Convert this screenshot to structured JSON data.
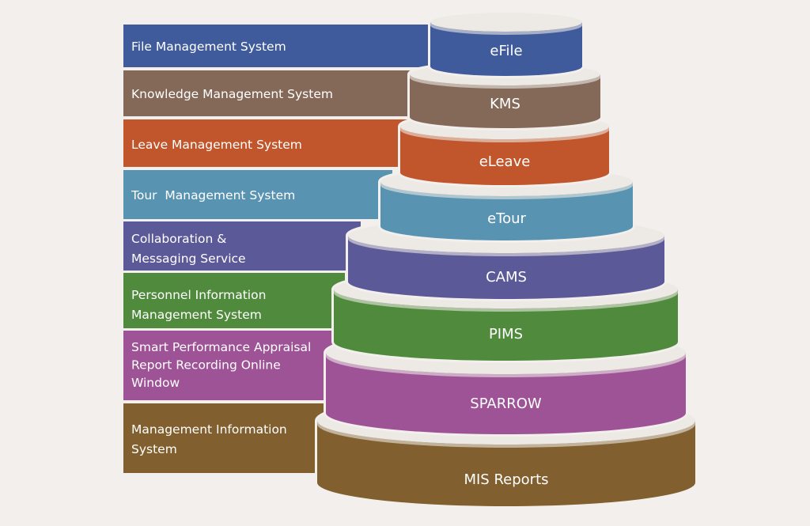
{
  "diagram": {
    "type": "stacked-cylinder-tower",
    "background_color": "#f2efec",
    "rim_color": "#ede9e5",
    "tiers": [
      {
        "id": "efile",
        "name": "eFile",
        "description": [
          "File Management System"
        ],
        "color": "#3f5b9b"
      },
      {
        "id": "kms",
        "name": "KMS",
        "description": [
          "Knowledge Management System"
        ],
        "color": "#846959"
      },
      {
        "id": "eleave",
        "name": "eLeave",
        "description": [
          "Leave Management System"
        ],
        "color": "#c1562c"
      },
      {
        "id": "etour",
        "name": "eTour",
        "description": [
          "Tour  Management System"
        ],
        "color": "#5893b2"
      },
      {
        "id": "cams",
        "name": "CAMS",
        "description": [
          "Collaboration &",
          "Messaging Service"
        ],
        "color": "#5c5999"
      },
      {
        "id": "pims",
        "name": "PIMS",
        "description": [
          "Personnel Information",
          "Management System"
        ],
        "color": "#508b3d"
      },
      {
        "id": "sparrow",
        "name": "SPARROW",
        "description": [
          "Smart Performance Appraisal",
          "Report Recording Online",
          "Window"
        ],
        "color": "#9d5396"
      },
      {
        "id": "mis",
        "name": "MIS Reports",
        "description": [
          "Management Information",
          "System"
        ],
        "color": "#825f2e"
      }
    ]
  }
}
